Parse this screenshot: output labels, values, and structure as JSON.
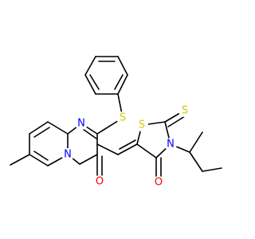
{
  "molecule": {
    "atoms": {
      "N_top": {
        "label": "N",
        "color": "#0000FF"
      },
      "N_ring": {
        "label": "N",
        "color": "#0000FF"
      },
      "N_amide": {
        "label": "N",
        "color": "#0000FF"
      },
      "S_thioether": {
        "label": "S",
        "color": "#CCCC00"
      },
      "S_ring": {
        "label": "S",
        "color": "#CCCC00"
      },
      "S_thione": {
        "label": "S",
        "color": "#CCCC00"
      },
      "O_pyrimidinone": {
        "label": "O",
        "color": "#FF0000"
      },
      "O_amide": {
        "label": "O",
        "color": "#FF0000"
      }
    },
    "bond_color": "#000000"
  }
}
